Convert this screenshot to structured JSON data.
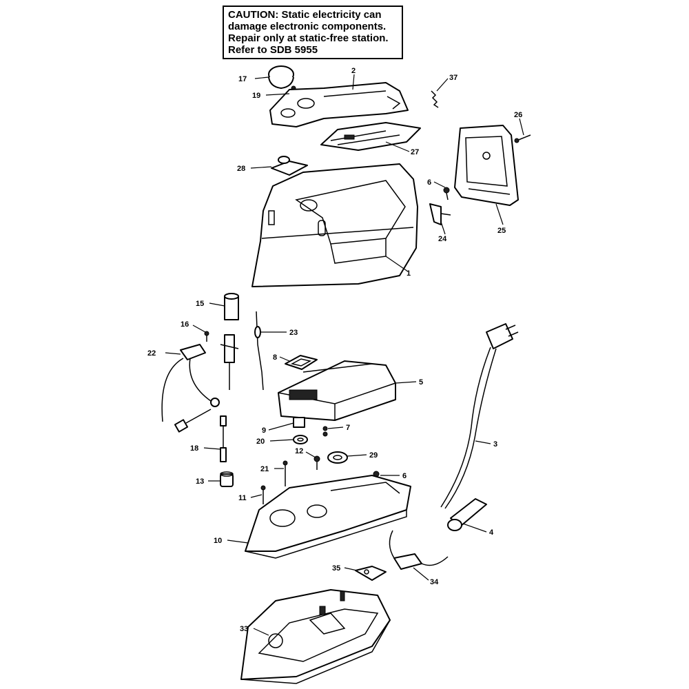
{
  "caution": {
    "lines": [
      "CAUTION: Static electricity can",
      "damage electronic components.",
      "Repair only at static-free station.",
      "Refer to SDB 5955"
    ]
  },
  "callouts": [
    {
      "id": "17",
      "label": "17"
    },
    {
      "id": "19",
      "label": "19"
    },
    {
      "id": "2",
      "label": "2"
    },
    {
      "id": "37",
      "label": "37"
    },
    {
      "id": "26",
      "label": "26"
    },
    {
      "id": "27",
      "label": "27"
    },
    {
      "id": "28",
      "label": "28"
    },
    {
      "id": "6a",
      "label": "6"
    },
    {
      "id": "24",
      "label": "24"
    },
    {
      "id": "25",
      "label": "25"
    },
    {
      "id": "1",
      "label": "1"
    },
    {
      "id": "15",
      "label": "15"
    },
    {
      "id": "16",
      "label": "16"
    },
    {
      "id": "23",
      "label": "23"
    },
    {
      "id": "22",
      "label": "22"
    },
    {
      "id": "8",
      "label": "8"
    },
    {
      "id": "5",
      "label": "5"
    },
    {
      "id": "9",
      "label": "9"
    },
    {
      "id": "7",
      "label": "7"
    },
    {
      "id": "20",
      "label": "20"
    },
    {
      "id": "18",
      "label": "18"
    },
    {
      "id": "12",
      "label": "12"
    },
    {
      "id": "29",
      "label": "29"
    },
    {
      "id": "21",
      "label": "21"
    },
    {
      "id": "6b",
      "label": "6"
    },
    {
      "id": "13",
      "label": "13"
    },
    {
      "id": "11",
      "label": "11"
    },
    {
      "id": "3",
      "label": "3"
    },
    {
      "id": "10",
      "label": "10"
    },
    {
      "id": "4",
      "label": "4"
    },
    {
      "id": "35",
      "label": "35"
    },
    {
      "id": "34",
      "label": "34"
    },
    {
      "id": "33",
      "label": "33"
    }
  ]
}
